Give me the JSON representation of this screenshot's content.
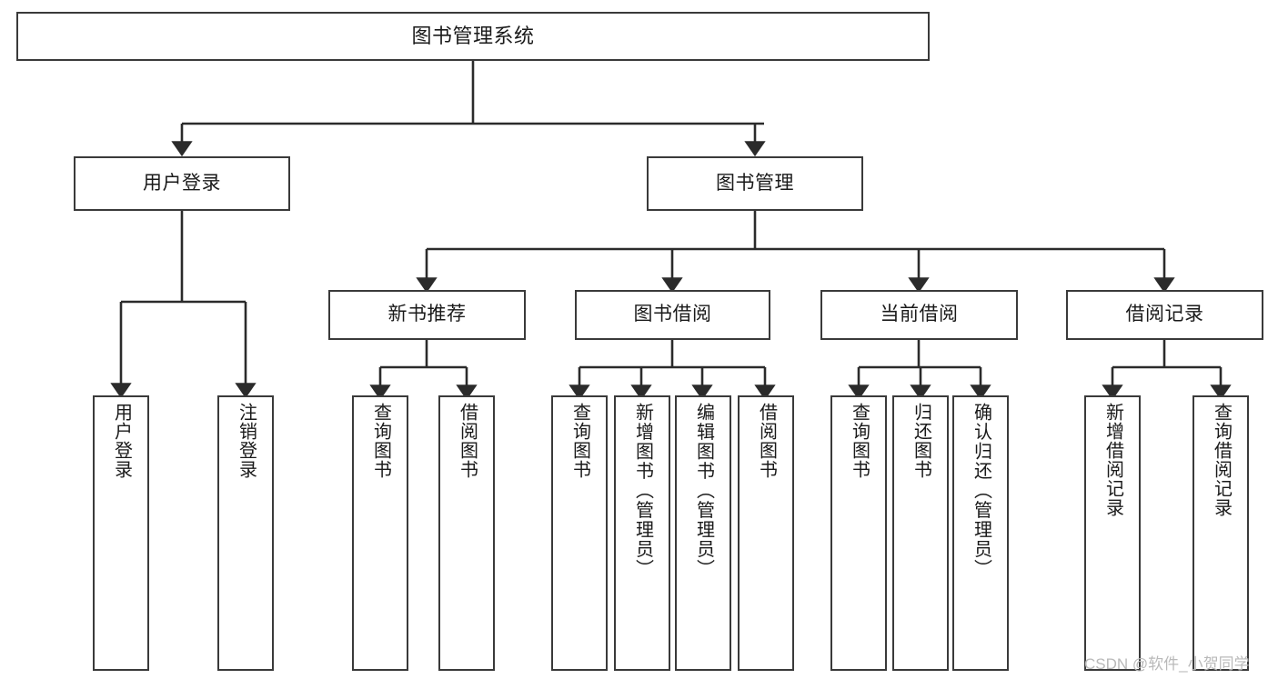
{
  "diagram": {
    "type": "tree-hierarchy-chart",
    "title": "图书管理系统",
    "watermark": "CSDN @软件_小贺同学",
    "colors": {
      "background": "#ffffff",
      "box_border": "#3a3a3a",
      "box_fill": "#ffffff",
      "edge": "#2b2b2b",
      "text": "#1a1a1a",
      "watermark": "#b9b9b9"
    },
    "nodes": {
      "root": {
        "label": "图书管理系统"
      },
      "level2": [
        {
          "id": "user_login",
          "label": "用户登录"
        },
        {
          "id": "book_mgmt",
          "label": "图书管理"
        }
      ],
      "level3": [
        {
          "id": "new_book_rec",
          "label": "新书推荐"
        },
        {
          "id": "book_borrow",
          "label": "图书借阅"
        },
        {
          "id": "current_borrow",
          "label": "当前借阅"
        },
        {
          "id": "borrow_record",
          "label": "借阅记录"
        }
      ],
      "leaves": {
        "user_login": [
          {
            "id": "leaf_user_login",
            "label": "用户登录"
          },
          {
            "id": "leaf_user_logout",
            "label": "注销登录"
          }
        ],
        "new_book_rec": [
          {
            "id": "leaf_query_book_1",
            "label": "查询图书"
          },
          {
            "id": "leaf_borrow_book_1",
            "label": "借阅图书"
          }
        ],
        "book_borrow": [
          {
            "id": "leaf_query_book_2",
            "label": "查询图书"
          },
          {
            "id": "leaf_add_book",
            "label": "新增图书（管理员）"
          },
          {
            "id": "leaf_edit_book",
            "label": "编辑图书（管理员）"
          },
          {
            "id": "leaf_borrow_book_2",
            "label": "借阅图书"
          }
        ],
        "current_borrow": [
          {
            "id": "leaf_query_book_3",
            "label": "查询图书"
          },
          {
            "id": "leaf_return_book",
            "label": "归还图书"
          },
          {
            "id": "leaf_confirm_return",
            "label": "确认归还（管理员）"
          }
        ],
        "borrow_record": [
          {
            "id": "leaf_add_record",
            "label": "新增借阅记录"
          },
          {
            "id": "leaf_query_record",
            "label": "查询借阅记录"
          }
        ]
      }
    }
  }
}
